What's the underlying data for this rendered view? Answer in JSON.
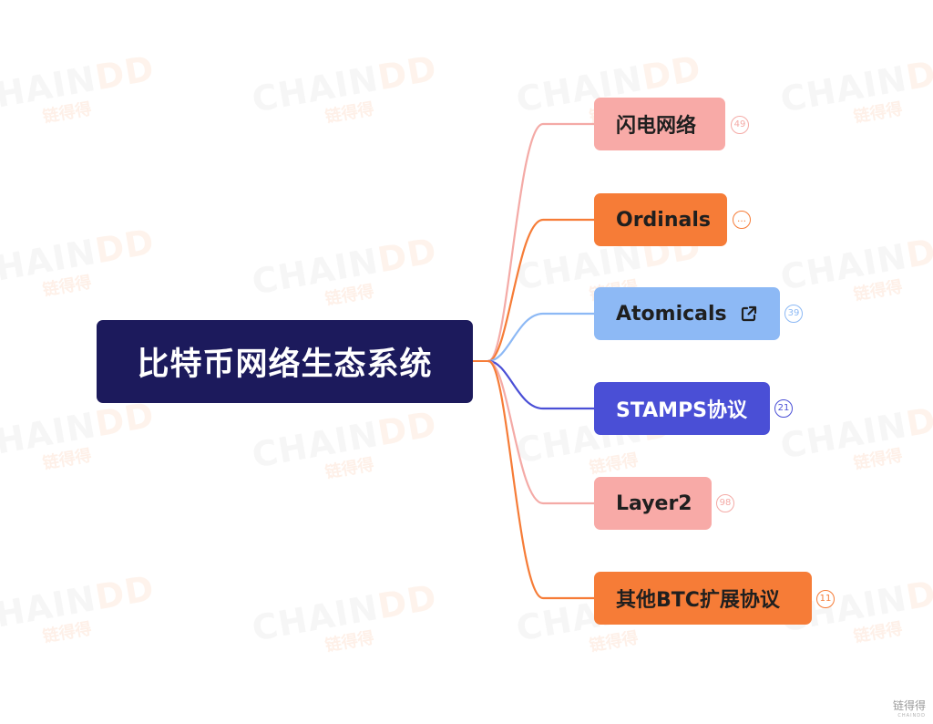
{
  "root": {
    "label": "比特币网络生态系统",
    "bg": "#1c1a5c",
    "fg": "#ffffff"
  },
  "branches": [
    {
      "label": "闪电网络",
      "count": "49",
      "bg": "#f8aaa7",
      "fg": "#1f1f1f",
      "line": "#f4aaa6",
      "badge": "#f4aaa6"
    },
    {
      "label": "Ordinals",
      "count": "…",
      "bg": "#f67c37",
      "fg": "#1f1f1f",
      "line": "#f67c37",
      "badge": "#f67c37"
    },
    {
      "label": "Atomicals",
      "count": "39",
      "bg": "#8db9f5",
      "fg": "#1f1f1f",
      "line": "#8db9f5",
      "badge": "#8db9f5",
      "link_icon": "external-link-icon"
    },
    {
      "label": "STAMPS协议",
      "count": "21",
      "bg": "#4a4fd6",
      "fg": "#ffffff",
      "line": "#4a4fd6",
      "badge": "#4a4fd6"
    },
    {
      "label": "Layer2",
      "count": "98",
      "bg": "#f8aaa7",
      "fg": "#1f1f1f",
      "line": "#f4aaa6",
      "badge": "#f4aaa6"
    },
    {
      "label": "其他BTC扩展协议",
      "count": "11",
      "bg": "#f67c37",
      "fg": "#1f1f1f",
      "line": "#f67c37",
      "badge": "#f67c37"
    }
  ],
  "watermark": {
    "text_a": "CHAIN",
    "text_b": "DD",
    "text_c": "链得得"
  },
  "corner_logo": {
    "text": "链得得",
    "sub": "CHAINDD"
  }
}
